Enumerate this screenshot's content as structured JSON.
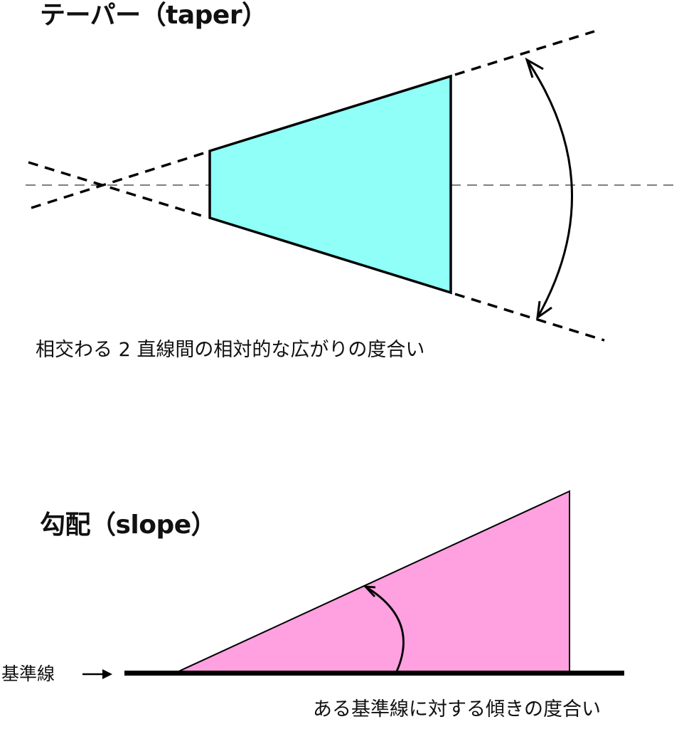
{
  "taper": {
    "title": "テーパー（taper）",
    "caption": "相交わる 2 直線間の相対的な広がりの度合い",
    "fill_color": "#8ffff8"
  },
  "slope": {
    "title": "勾配（slope）",
    "caption": "ある基準線に対する傾きの度合い",
    "baseline_label": "基準線",
    "baseline_arrow": "→",
    "fill_color": "#ffa0e0"
  },
  "colors": {
    "stroke": "#000000",
    "background": "#ffffff"
  }
}
